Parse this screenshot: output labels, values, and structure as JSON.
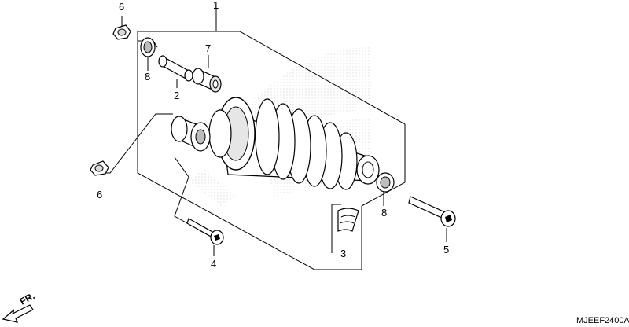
{
  "callouts": {
    "c1": "1",
    "c2": "2",
    "c3": "3",
    "c4": "4",
    "c5": "5",
    "c6a": "6",
    "c6b": "6",
    "c7": "7",
    "c8a": "8",
    "c8b": "8"
  },
  "direction_label": "FR.",
  "diagram_code": "MJEEF2400A",
  "colors": {
    "line": "#000000",
    "part_fill": "#ffffff",
    "part_shade": "#d9d9d9",
    "watermark": "#e6e6e6"
  }
}
